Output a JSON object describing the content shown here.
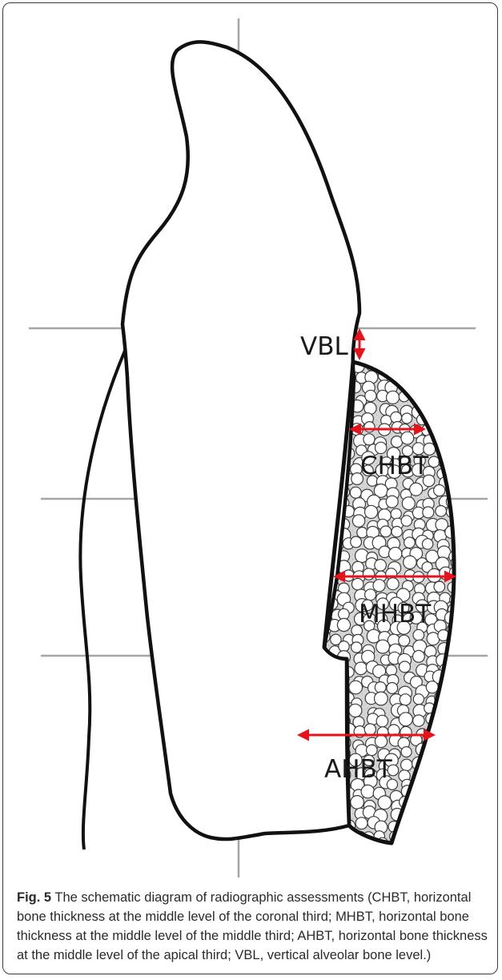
{
  "figure": {
    "labels": {
      "vbl": "VBL",
      "chbt": "CHBT",
      "mhbt": "MHBT",
      "ahbt": "AHBT"
    },
    "colors": {
      "outline": "#111111",
      "grid": "#a6a6a6",
      "arrow": "#e8121b",
      "bone_fill": "#d9d9d9",
      "granule": "#ffffff"
    }
  },
  "caption": {
    "label": "Fig. 5",
    "text": "The schematic diagram of radiographic assessments (CHBT, horizontal bone thickness at the middle level of the coronal third; MHBT, horizontal bone thickness at the middle level of the middle third; AHBT, horizontal bone thickness at the middle level of the apical third; VBL, vertical alveolar bone level.)"
  }
}
